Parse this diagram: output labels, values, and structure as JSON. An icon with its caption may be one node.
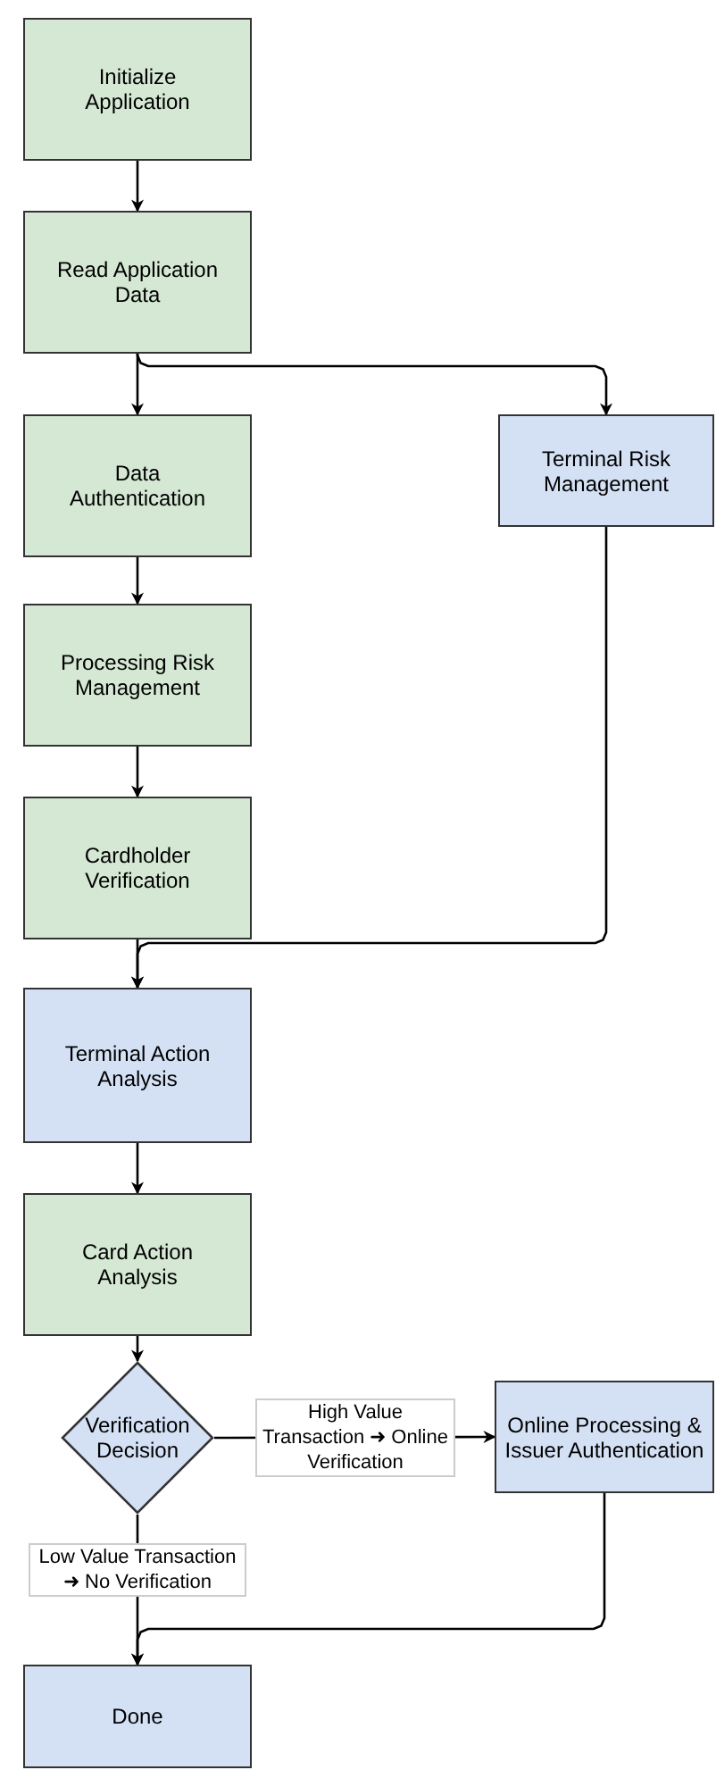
{
  "diagram": {
    "nodes": [
      {
        "text": [
          "Initialize Application"
        ]
      },
      {
        "text": [
          "Read Application Data"
        ]
      },
      {
        "text": [
          "Data Authentication"
        ]
      },
      {
        "text": [
          "Terminal Risk Management"
        ]
      },
      {
        "text": [
          "Processing Risk Management"
        ]
      },
      {
        "text": [
          "Cardholder Verification"
        ]
      },
      {
        "text": [
          "Terminal Action Analysis"
        ]
      },
      {
        "text": [
          "Card Action Analysis"
        ]
      },
      {
        "text": [
          "Verification Decision"
        ]
      },
      {
        "text": [
          "Online Processing & Issuer Authentication"
        ]
      },
      {
        "text": [
          "Done"
        ]
      }
    ],
    "edges": [
      {
        "from": 0,
        "to": 1,
        "arrow": "to"
      },
      {
        "from": 1,
        "to": 2,
        "arrow": "to"
      },
      {
        "from": 1,
        "to": 3,
        "arrow": "to"
      },
      {
        "from": 2,
        "to": 4,
        "arrow": "to"
      },
      {
        "from": 4,
        "to": 5,
        "arrow": "to"
      },
      {
        "from": 5,
        "to": 6,
        "arrow": "to"
      },
      {
        "from": 3,
        "to": 6,
        "arrow": "to"
      },
      {
        "from": 6,
        "to": 7,
        "arrow": "to"
      },
      {
        "from": 7,
        "to": 8,
        "arrow": "to"
      },
      {
        "from": 8,
        "to": 9,
        "arrow": "to",
        "label": "High Value Transaction ➜ Online Verification"
      },
      {
        "from": 8,
        "to": 10,
        "arrow": "to",
        "label": "Low Value Transaction ➜ No Verification"
      },
      {
        "from": 9,
        "to": 10,
        "arrow": "to"
      }
    ]
  }
}
